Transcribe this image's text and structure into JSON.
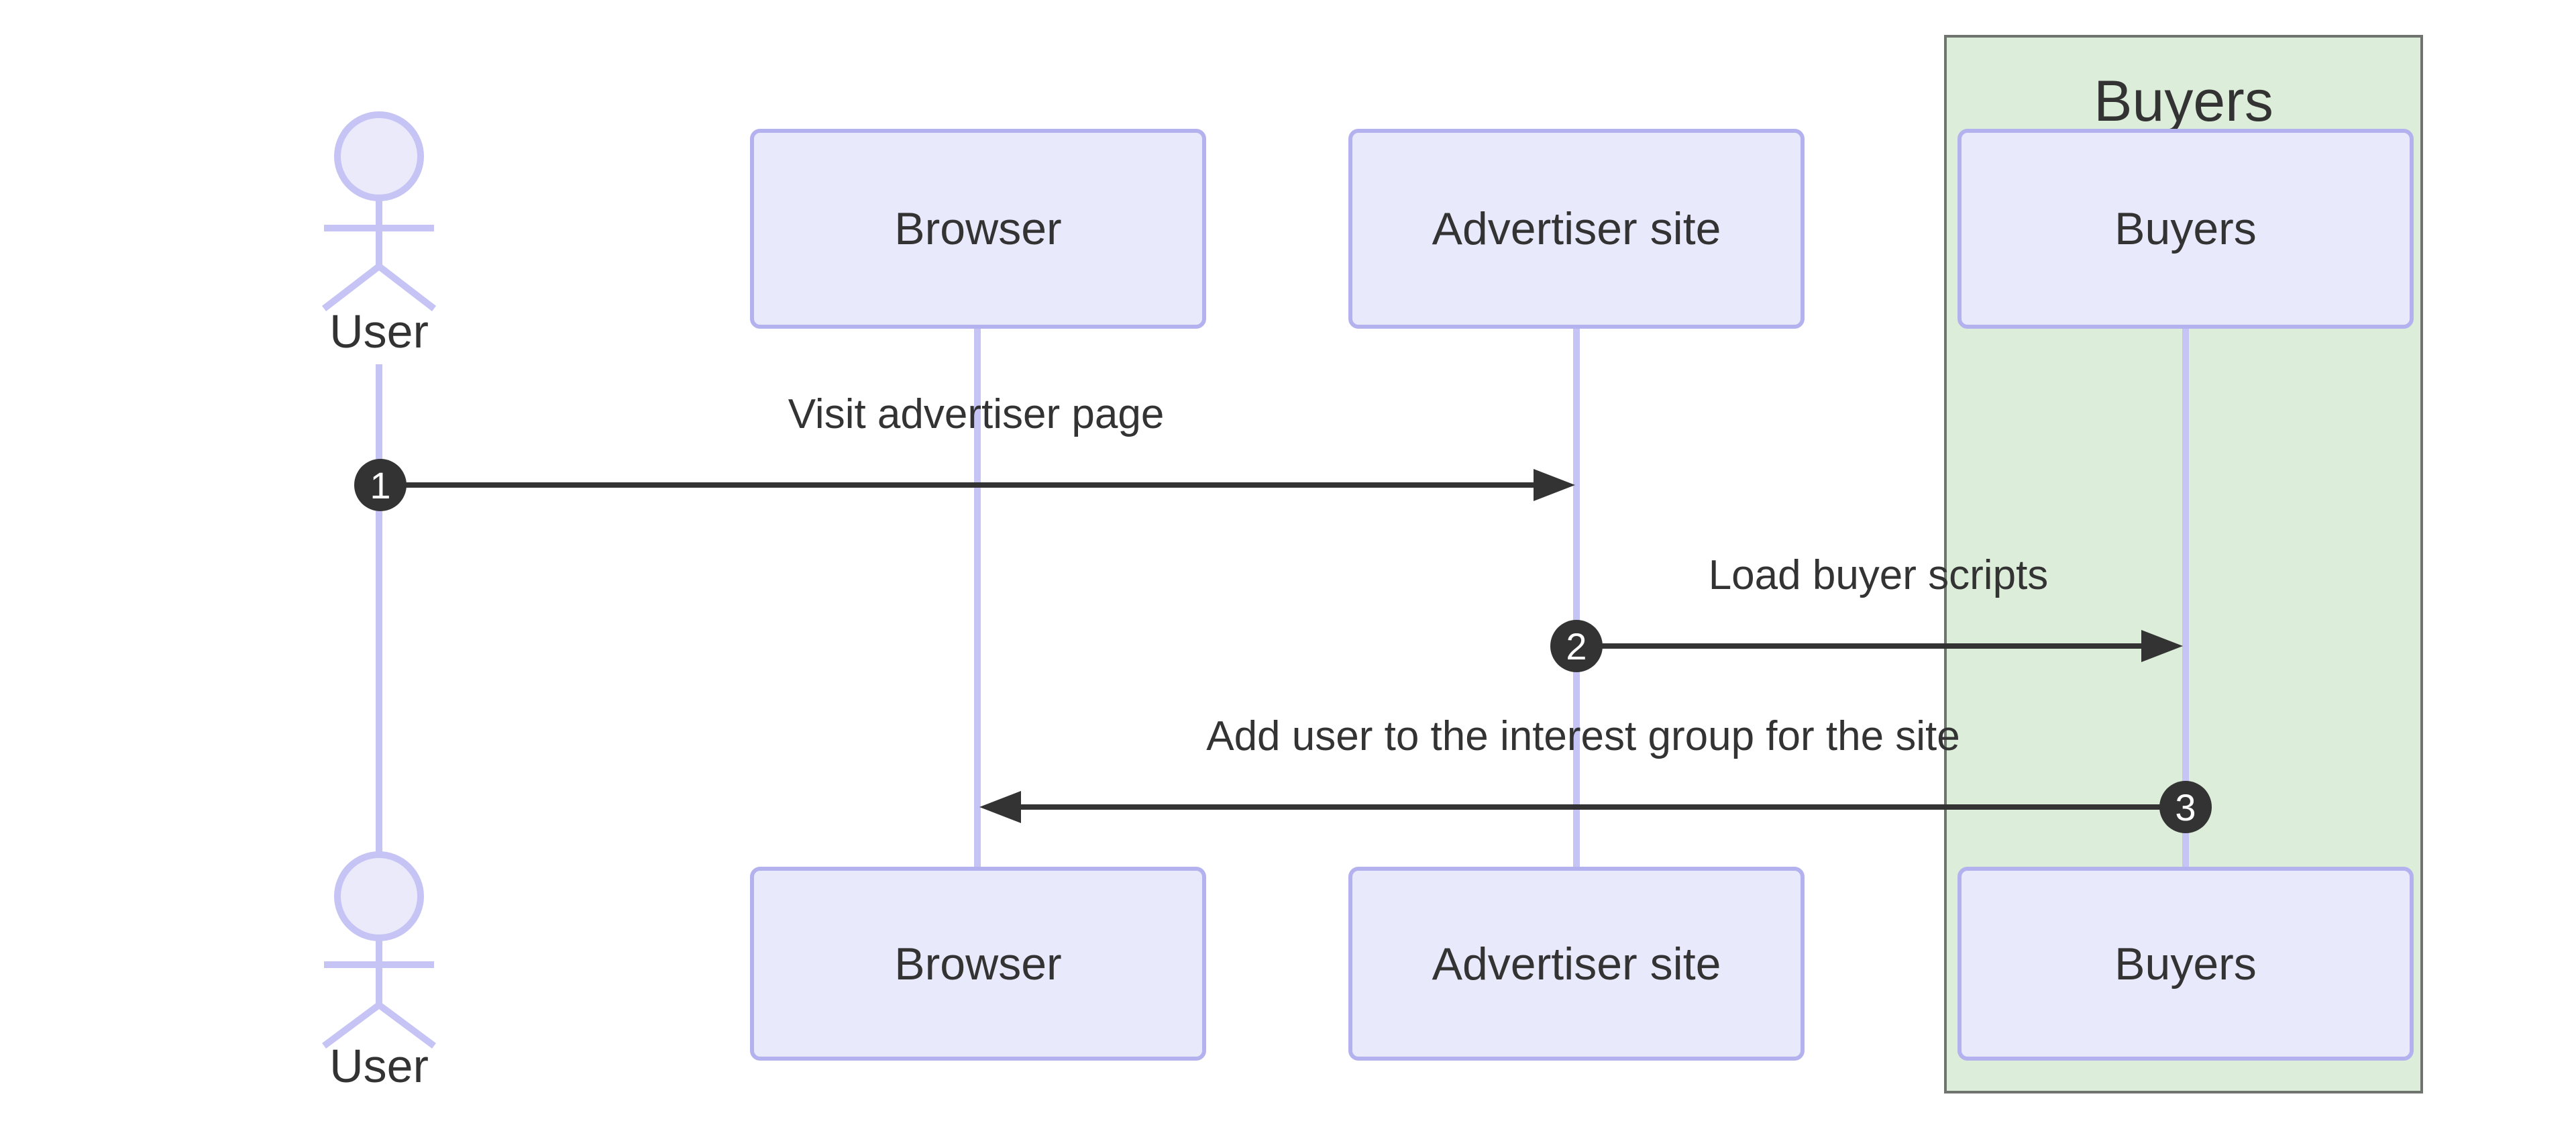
{
  "diagram": {
    "type": "sequence-diagram",
    "background_color": "#ffffff",
    "colors": {
      "participant_fill": "#E9E9FC",
      "participant_border": "#B4B1EF",
      "lifeline": "#C6C3F5",
      "group_fill": "#DCEDD9",
      "group_border": "#6F746F",
      "text_color": "#333333",
      "arrow_color": "#333333",
      "badge_fill": "#333333",
      "badge_text_color": "#FFFFFF"
    },
    "group": {
      "label": "Buyers"
    },
    "participants": [
      {
        "label": "User",
        "kind": "actor"
      },
      {
        "label": "Browser",
        "kind": "participant"
      },
      {
        "label": "Advertiser site",
        "kind": "participant"
      },
      {
        "label": "Buyers",
        "kind": "participant",
        "group": "Buyers"
      }
    ],
    "messages": [
      {
        "seq": "1",
        "label": "Visit advertiser page",
        "from": "User",
        "to": "Advertiser site"
      },
      {
        "seq": "2",
        "label": "Load buyer scripts",
        "from": "Advertiser site",
        "to": "Buyers"
      },
      {
        "seq": "3",
        "label": "Add user to the interest group for the site",
        "from": "Buyers",
        "to": "Browser"
      }
    ]
  }
}
